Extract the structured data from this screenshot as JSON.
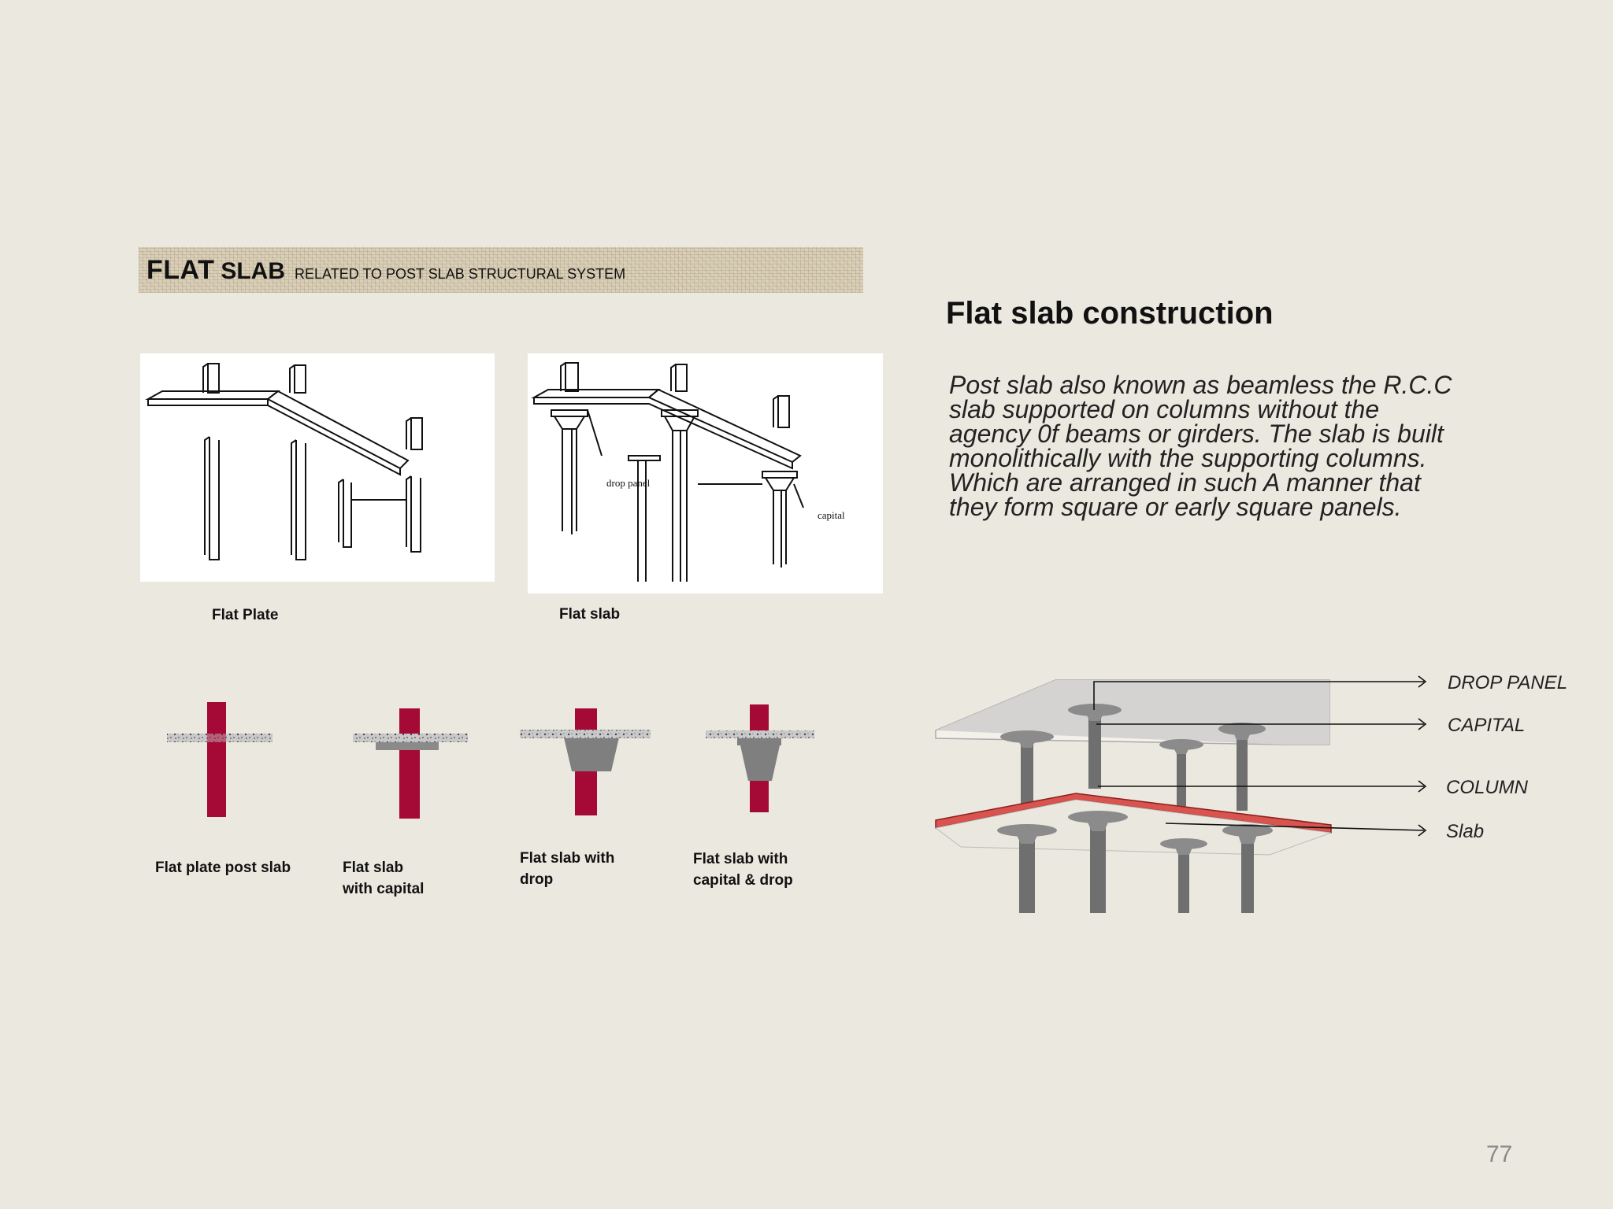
{
  "banner": {
    "title_a": "FLAT",
    "title_b": "SLAB",
    "subtitle": "RELATED TO POST SLAB STRUCTURAL SYSTEM"
  },
  "heading": "Flat slab construction",
  "paragraph_lines": [
    "Post slab also known as beamless the R.C.C",
    "slab supported on columns without the",
    "agency 0f beams or girders. The slab is built",
    "monolithically with the supporting columns.",
    "Which are arranged in such A manner that",
    "they form square or early square panels."
  ],
  "figures": {
    "flat_plate": {
      "caption": "Flat Plate"
    },
    "flat_slab": {
      "caption": "Flat slab",
      "label_drop_panel": "drop panel",
      "label_capital": "capital"
    }
  },
  "sections": [
    {
      "caption_lines": [
        "Flat plate post slab"
      ]
    },
    {
      "caption_lines": [
        "Flat slab",
        "with capital"
      ]
    },
    {
      "caption_lines": [
        "Flat slab with",
        "drop"
      ]
    },
    {
      "caption_lines": [
        "Flat slab with",
        "capital & drop"
      ]
    }
  ],
  "construction_labels": {
    "drop_panel": "DROP PANEL",
    "capital": "CAPITAL",
    "column": "COLUMN",
    "slab": "Slab"
  },
  "colors": {
    "column_red": "#a50a36",
    "slab_red": "#d9534f",
    "concrete_grey": "#7a7a7a",
    "background": "#ebe8df"
  },
  "page_number": "77"
}
